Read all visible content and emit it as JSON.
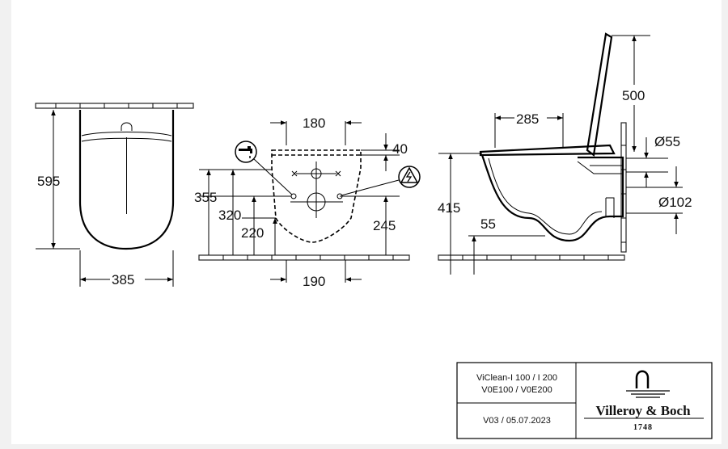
{
  "front_view": {
    "height_dim": "595",
    "width_dim": "385"
  },
  "rear_view": {
    "top_width_dim": "180",
    "top_offset_dim": "40",
    "dim_355": "355",
    "dim_320": "320",
    "dim_220": "220",
    "dim_245": "245",
    "bottom_width_dim": "190",
    "water_icon": "water-tap-icon",
    "electric_icon": "electrical-warning-icon"
  },
  "side_view": {
    "height_dim": "500",
    "depth_dim": "285",
    "outlet_small_dim": "Ø55",
    "outlet_large_dim": "Ø102",
    "total_height_dim": "415",
    "inner_dim": "55"
  },
  "title_block": {
    "product_line1": "ViClean-I 100 / I 200",
    "product_line2": "V0E100 / V0E200",
    "version": "V03 / 05.07.2023",
    "brand_name": "Villeroy & Boch",
    "brand_year": "1748",
    "logo": "villeroy-boch-arch-logo"
  }
}
